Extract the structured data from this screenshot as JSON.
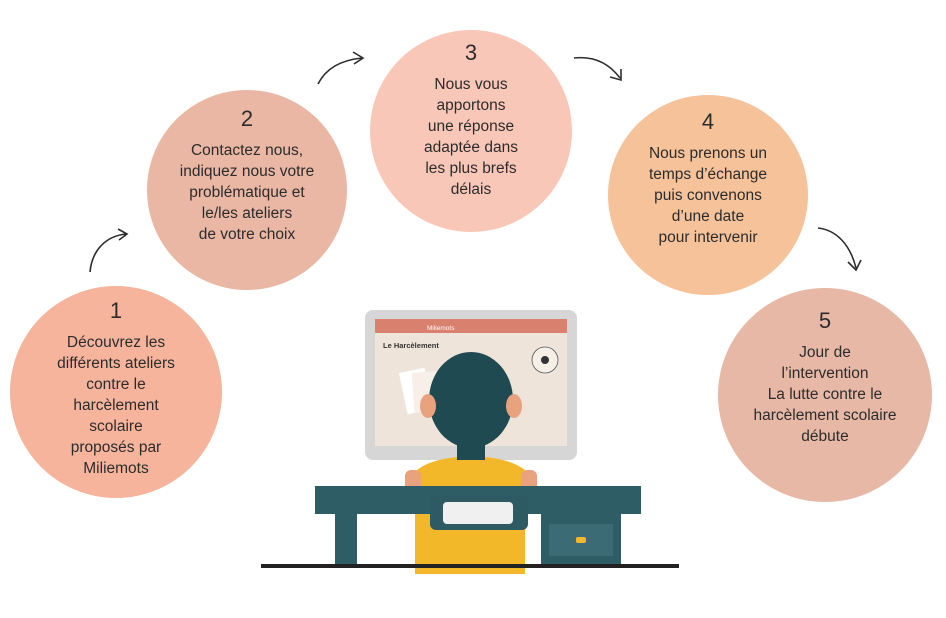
{
  "steps": [
    {
      "number": "1",
      "text_lines": [
        "Découvrez les",
        "différents ateliers",
        "contre le",
        "harcèlement",
        "scolaire",
        "proposés par",
        "Miliemots"
      ]
    },
    {
      "number": "2",
      "text_lines": [
        "Contactez nous,",
        "indiquez nous votre",
        "problématique et",
        "le/les ateliers",
        "de votre choix"
      ]
    },
    {
      "number": "3",
      "text_lines": [
        "Nous vous",
        "apportons",
        "une réponse",
        "adaptée dans",
        "les plus brefs",
        "délais"
      ]
    },
    {
      "number": "4",
      "text_lines": [
        "Nous prenons un",
        "temps d’échange",
        "puis convenons",
        "d’une date",
        "pour intervenir"
      ]
    },
    {
      "number": "5",
      "text_lines": [
        "Jour de",
        "l’intervention",
        "La lutte contre le",
        "harcèlement scolaire",
        "débute"
      ]
    }
  ],
  "screen": {
    "site_name": "Miliemots",
    "page_heading": "Le Harcèlement"
  },
  "colors": {
    "step1": "#f5b49b",
    "step2": "#e9b7a3",
    "step3": "#f9c7b8",
    "step4": "#f6c299",
    "step5": "#e8b8a6",
    "desk": "#2f5d66",
    "hair": "#1f4a52",
    "shirt": "#f3b829",
    "skin": "#e9a27e",
    "monitor_frame": "#d4d4d4",
    "screen_header": "#d9806f"
  },
  "icons": [
    "curved-arrow-icon",
    "eye-logo-icon"
  ]
}
